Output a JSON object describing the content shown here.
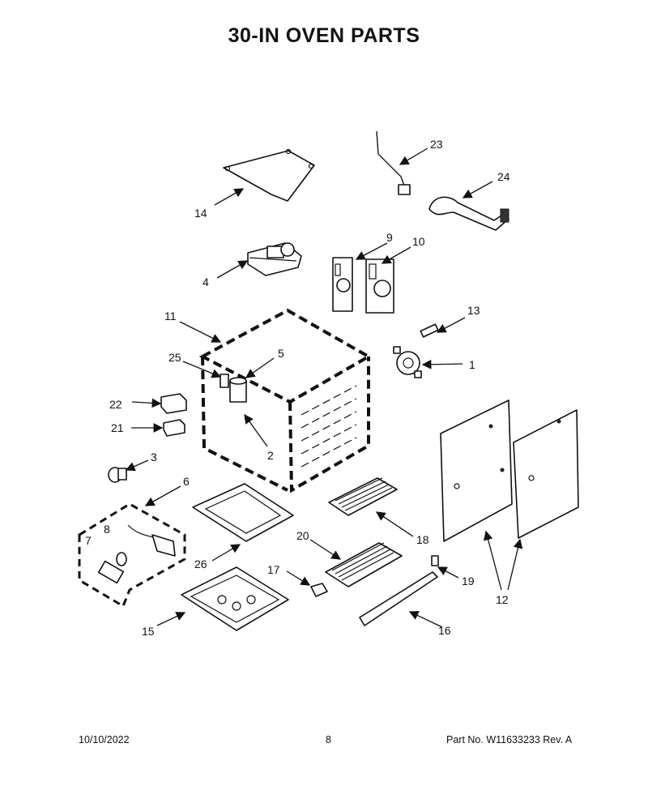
{
  "title": "30-IN OVEN PARTS",
  "footer": {
    "date": "10/10/2022",
    "page": "8",
    "part_no": "Part No.  W11633233  Rev.  A"
  },
  "callouts": [
    "1",
    "2",
    "3",
    "4",
    "5",
    "6",
    "7",
    "8",
    "9",
    "10",
    "11",
    "12",
    "13",
    "14",
    "15",
    "16",
    "17",
    "18",
    "19",
    "20",
    "21",
    "22",
    "23",
    "24",
    "25",
    "26"
  ],
  "icons": [
    "oven-cavity",
    "drip-tray",
    "broil-element",
    "bake-element",
    "door-hinge",
    "light-assembly",
    "meat-probe-receptacle"
  ]
}
